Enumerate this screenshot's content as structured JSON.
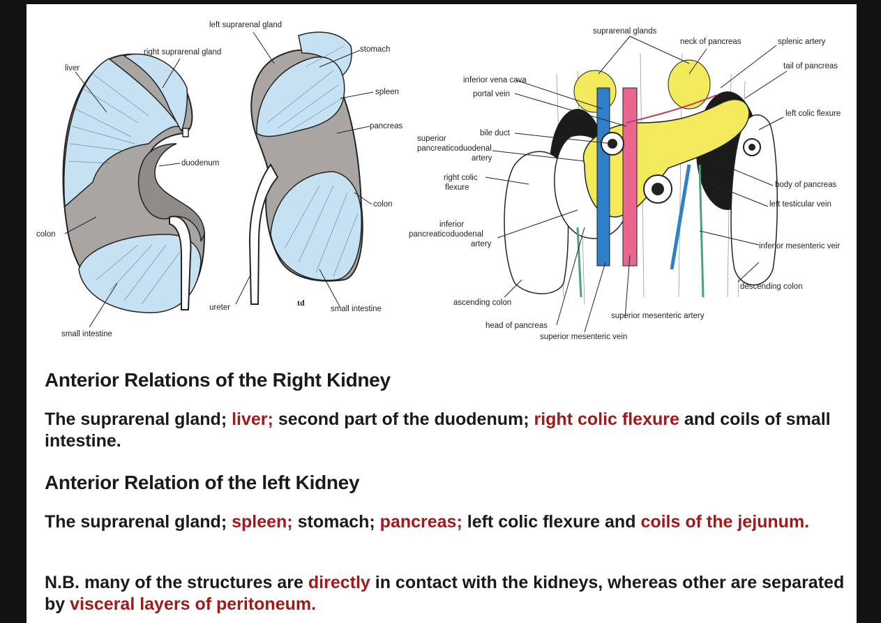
{
  "diagram": {
    "kidney_labels": {
      "left_suprarenal_gland": "left suprarenal gland",
      "right_suprarenal_gland": "right suprarenal gland",
      "liver": "liver",
      "stomach": "stomach",
      "spleen": "spleen",
      "pancreas": "pancreas",
      "duodenum": "duodenum",
      "colon_left": "colon",
      "colon_right": "colon",
      "ureter": "ureter",
      "signature": "td",
      "small_intestine_left": "small intestine",
      "small_intestine_right": "small intestine"
    },
    "viscera_labels": {
      "suprarenal_glands": "suprarenal glands",
      "neck_of_pancreas": "neck of pancreas",
      "splenic_artery": "splenic artery",
      "tail_of_pancreas": "tail of pancreas",
      "inferior_vena_cava": "inferior vena cava",
      "portal_vein": "portal vein",
      "left_colic_flexure": "left colic flexure",
      "bile_duct": "bile duct",
      "superior_line1": "superior",
      "superior_line2": "pancreaticoduodenal",
      "superior_line3": "artery",
      "right_colic_line1": "right colic",
      "right_colic_line2": "flexure",
      "body_of_pancreas": "body of pancreas",
      "left_testicular_vein": "left testicular vein",
      "inferior_line1": "inferior",
      "inferior_line2": "pancreaticoduodenal",
      "inferior_line3": "artery",
      "inferior_mesenteric_vein": "inferior mesenteric veir",
      "descending_colon": "descending colon",
      "ascending_colon": "ascending colon",
      "superior_mesenteric_artery": "superior mesenteric artery",
      "head_of_pancreas": "head of pancreas",
      "superior_mesenteric_vein": "superior mesenteric vein"
    }
  },
  "colors": {
    "organ_blue": "#c6e2f2",
    "organ_grey": "#a9a5a2",
    "pancreas_yellow": "#f2ea5a",
    "aorta_pink": "#e9668e",
    "vein_blue": "#2f7fc9",
    "emphasis_red": "#a11a1a"
  },
  "text": {
    "heading_right": "Anterior Relations of the Right Kidney",
    "right_parts": [
      {
        "t": "The suprarenal gland; ",
        "red": false
      },
      {
        "t": "liver;",
        "red": true
      },
      {
        "t": " second part of the duodenum; ",
        "red": false
      },
      {
        "t": "right colic flexure",
        "red": true
      },
      {
        "t": " and coils of small intestine.",
        "red": false
      }
    ],
    "heading_left": "Anterior Relation of the left Kidney",
    "left_parts": [
      {
        "t": "The suprarenal gland; ",
        "red": false
      },
      {
        "t": "spleen;",
        "red": true
      },
      {
        "t": " stomach; ",
        "red": false
      },
      {
        "t": "pancreas;",
        "red": true
      },
      {
        "t": " left colic flexure and ",
        "red": false
      },
      {
        "t": "coils of the jejunum.",
        "red": true
      }
    ],
    "nb_parts": [
      {
        "t": "N.B. many of the structures are ",
        "red": false
      },
      {
        "t": "directly",
        "red": true
      },
      {
        "t": " in contact with the kidneys, whereas other are separated by ",
        "red": false
      },
      {
        "t": "visceral layers of peritoneum.",
        "red": true
      }
    ]
  }
}
